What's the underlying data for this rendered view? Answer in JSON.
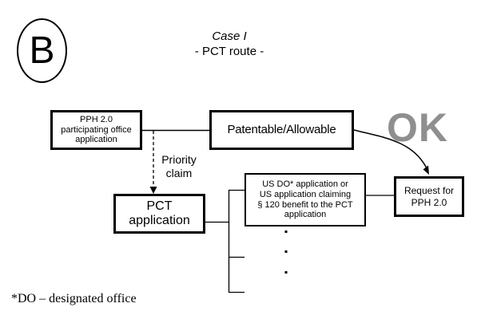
{
  "badge": {
    "label": "B"
  },
  "title": {
    "line1": "Case I",
    "line2": "- PCT route -"
  },
  "boxes": {
    "pph": {
      "lines": [
        "PPH 2.0",
        "participating office",
        "application"
      ]
    },
    "patentable": {
      "label": "Patentable/Allowable"
    },
    "pct": {
      "lines": [
        "PCT",
        "application"
      ]
    },
    "usdo": {
      "lines": [
        "US DO* application or",
        "US application claiming",
        "§ 120 benefit to the PCT",
        "application"
      ]
    },
    "request": {
      "lines": [
        "Request for",
        "PPH 2.0"
      ]
    }
  },
  "labels": {
    "priority_claim": {
      "line1": "Priority",
      "line2": "claim"
    },
    "ok": "OK"
  },
  "footnote": "*DO – designated office",
  "colors": {
    "line": "#000000",
    "box_border": "#000000",
    "ok_gray": "#8f8f8f",
    "background": "#ffffff"
  }
}
